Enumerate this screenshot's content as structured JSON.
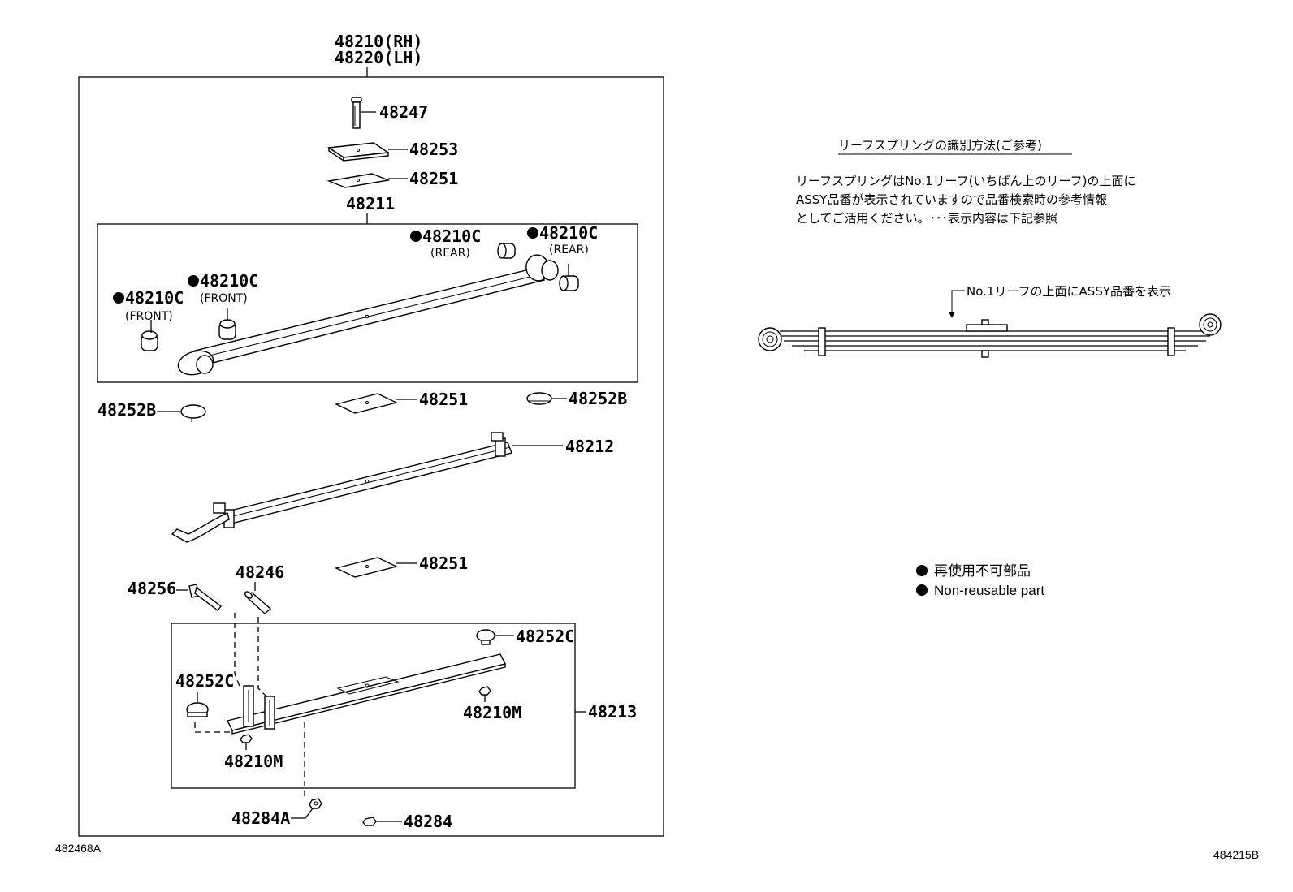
{
  "assembly": {
    "rh": "48210(RH)",
    "lh": "48220(LH)"
  },
  "parts": {
    "p48247": "48247",
    "p48253": "48253",
    "p48251_top": "48251",
    "p48211": "48211",
    "p48210c_rear_right": "48210C",
    "rear_right_note": "(REAR)",
    "p48210c_rear_left": "48210C",
    "rear_left_note": "(REAR)",
    "p48210c_front_mid": "48210C",
    "front_mid_note": "(FRONT)",
    "p48210c_front_left": "48210C",
    "front_left_note": "(FRONT)",
    "p48251_mid": "48251",
    "p48252b_right": "48252B",
    "p48252b_left": "48252B",
    "p48212": "48212",
    "p48251_low": "48251",
    "p48256": "48256",
    "p48246": "48246",
    "p48252c_right": "48252C",
    "p48252c_left": "48252C",
    "p48213": "48213",
    "p48210m_right": "48210M",
    "p48210m_left": "48210M",
    "p48284a": "48284A",
    "p48284": "48284"
  },
  "note": {
    "title": "リーフスプリングの識別方法(ご参考)",
    "line1": "リーフスプリングはNo.1リーフ(いちばん上のリーフ)の上面に",
    "line2": "ASSY品番が表示されていますので品番検索時の参考情報",
    "line3": "としてご活用ください。･･･表示内容は下記参照",
    "callout": "No.1リーフの上面にASSY品番を表示"
  },
  "legend": {
    "jp": "再使用不可部品",
    "en": "Non-reusable part"
  },
  "codes": {
    "left": "482468A",
    "right": "484215B"
  }
}
